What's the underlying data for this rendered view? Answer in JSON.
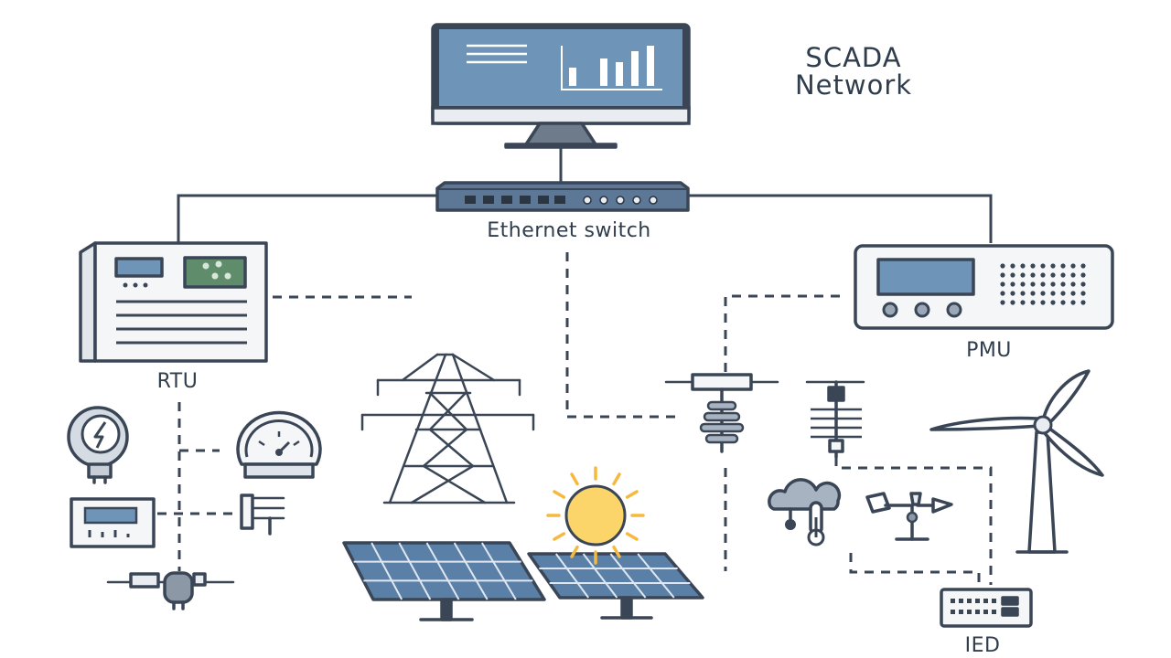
{
  "title": {
    "line1": "SCADA",
    "line2": "Network"
  },
  "nodes": {
    "switch_label": "Ethernet switch",
    "rtu_label": "RTU",
    "pmu_label": "PMU",
    "ied_label": "IED"
  },
  "icons": [
    "workstation-monitor-icon",
    "ethernet-switch-icon",
    "rtu-icon",
    "pmu-icon",
    "transmission-tower-icon",
    "sun-icon",
    "solar-panel-icon",
    "wind-turbine-icon",
    "insulator-icon",
    "current-sensor-icon",
    "pressure-gauge-icon",
    "meter-icon",
    "relay-icon",
    "pump-valve-icon",
    "thermometer-cloud-icon",
    "anemometer-icon",
    "ied-icon"
  ],
  "colors": {
    "stroke": "#3a4656",
    "screen_blue": "#6e94b8",
    "panel_blue": "#5b80a8",
    "green_display": "#5f8d6c",
    "sun_yellow": "#fbd46a",
    "sun_ray": "#f5b93f",
    "device_fill": "#f4f6f8"
  }
}
